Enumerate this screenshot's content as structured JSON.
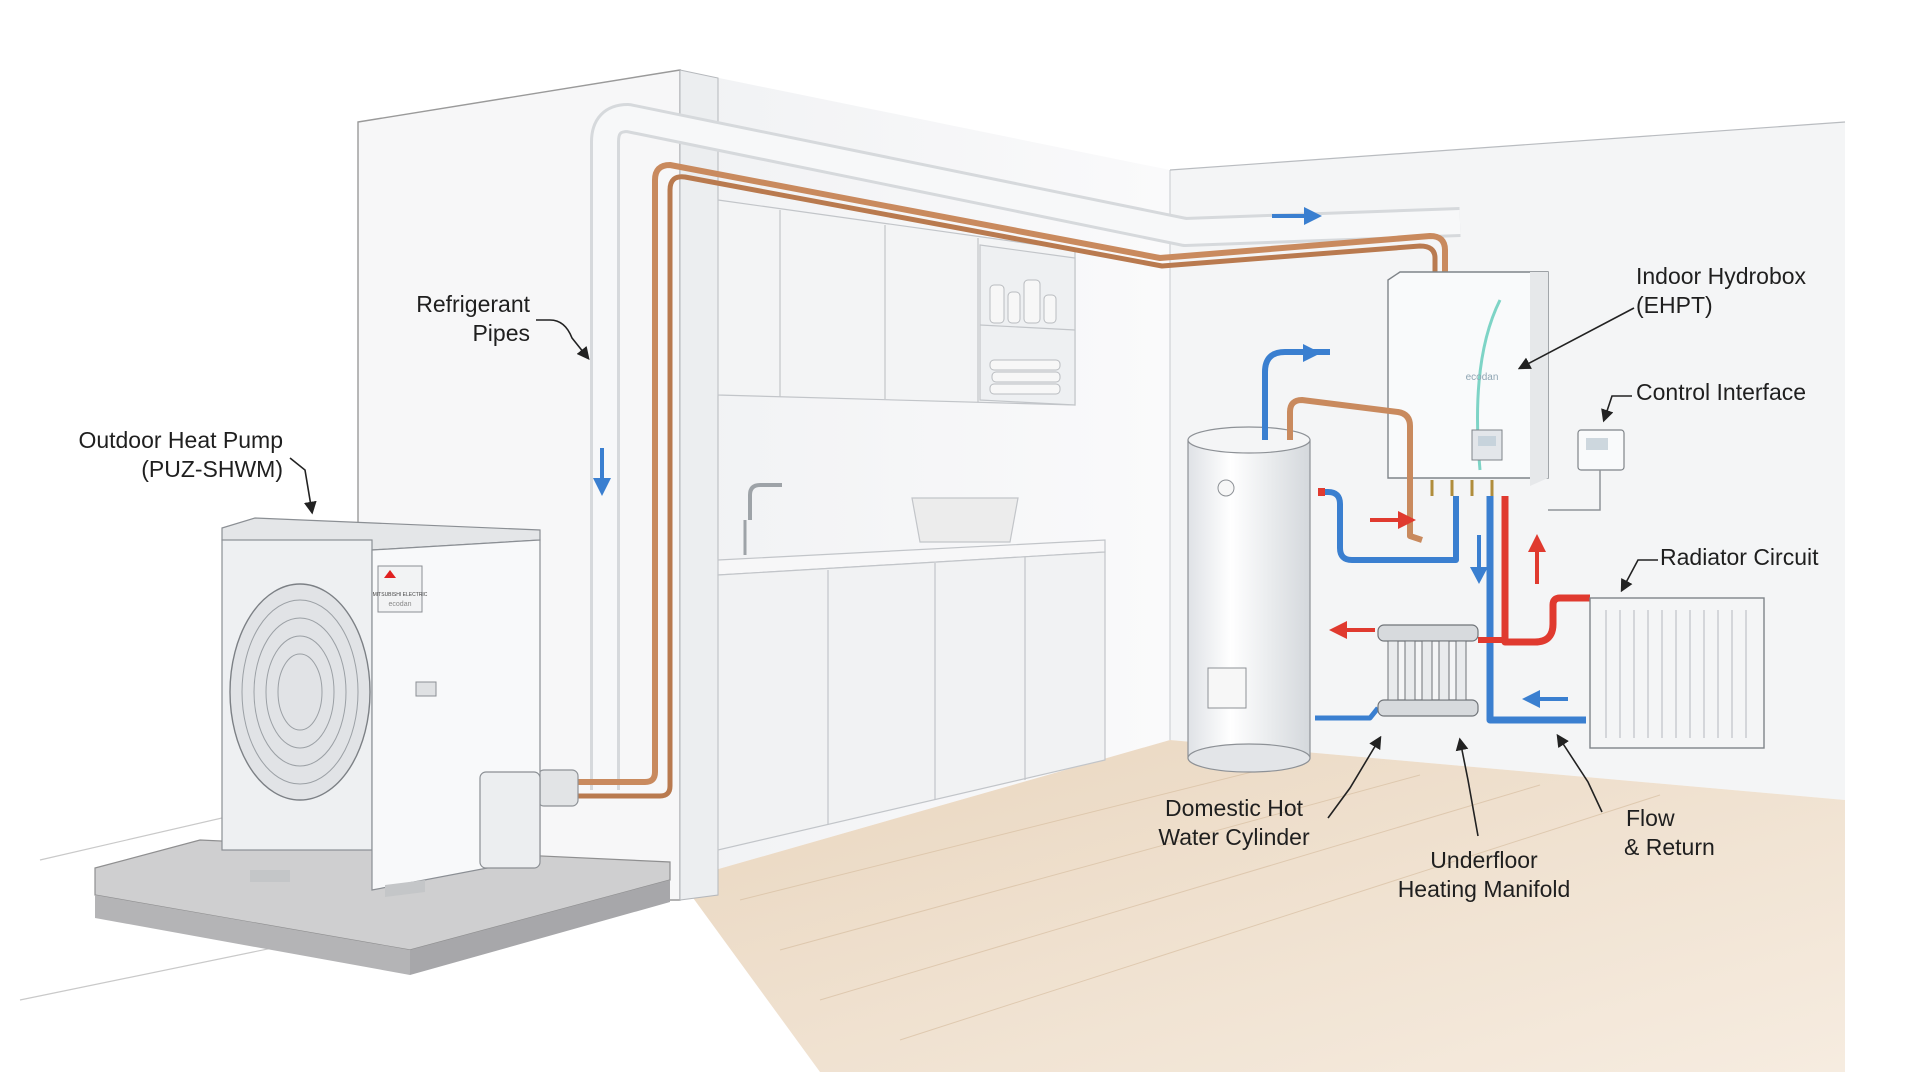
{
  "labels": {
    "refrigerant_pipes": [
      "Refrigerant",
      "Pipes"
    ],
    "outdoor_heat_pump": [
      "Outdoor Heat Pump",
      "(PUZ-SHWM)"
    ],
    "indoor_hydrobox": [
      "Indoor Hydrobox",
      "(EHPT)"
    ],
    "control_interface": "Control Interface",
    "radiator_circuit": "Radiator Circuit",
    "domestic_hot_water_cylinder": [
      "Domestic Hot",
      "Water Cylinder"
    ],
    "underfloor_heating_manifold": [
      "Underfloor",
      "Heating Manifold"
    ],
    "flow_and_return": [
      "Flow",
      "& Return"
    ]
  },
  "branding": {
    "outdoor_unit_brand": "MITSUBISHI ELECTRIC",
    "outdoor_unit_product": "ecodan",
    "hydrobox_product": "ecodan"
  },
  "colors": {
    "flow_hot": "#e03a2f",
    "return_cold": "#3a7fd0",
    "refrigerant_copper": "#c98a5e",
    "floor_wood": "#e6cfb4"
  },
  "icons": [
    "arrow-down-icon",
    "arrow-right-icon",
    "arrow-left-icon",
    "arrow-up-icon"
  ]
}
